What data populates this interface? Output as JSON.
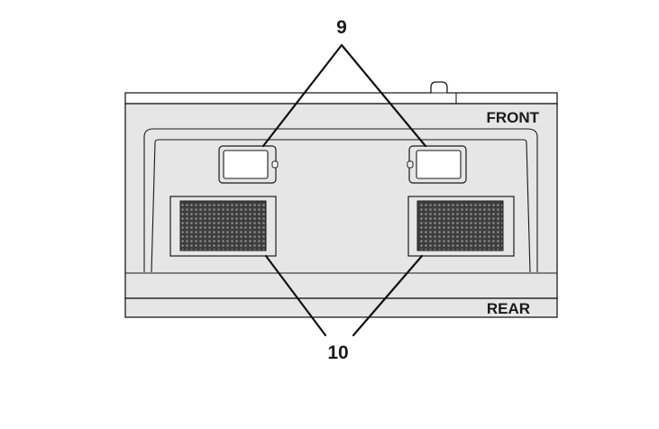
{
  "labels": {
    "front": "FRONT",
    "rear": "REAR",
    "callout_upper": "9",
    "callout_lower": "10"
  },
  "colors": {
    "panel_fill": "#e6e6e6",
    "top_strip_fill": "#ffffff",
    "line": "#1a1a1a",
    "grille_fill": "#4a4a4a",
    "window_fill": "#ffffff"
  }
}
